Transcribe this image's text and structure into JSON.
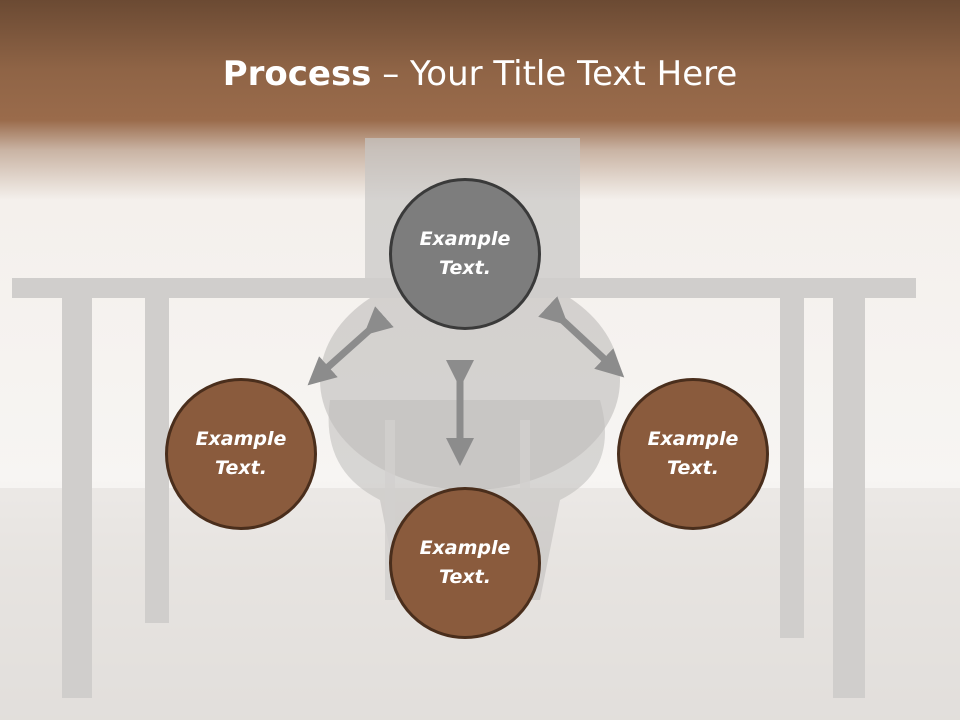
{
  "title": {
    "bold": "Process",
    "rest": " – Your Title Text Here"
  },
  "nodes": {
    "top": "Example Text.",
    "left": "Example Text.",
    "bottom": "Example Text.",
    "right": "Example Text."
  },
  "colors": {
    "header_brown": "#8f6446",
    "center_fill": "#7d7d7d",
    "node_fill": "#8a5b3d",
    "node_border": "#4a2e1c",
    "arrow": "#8c8c8c"
  }
}
